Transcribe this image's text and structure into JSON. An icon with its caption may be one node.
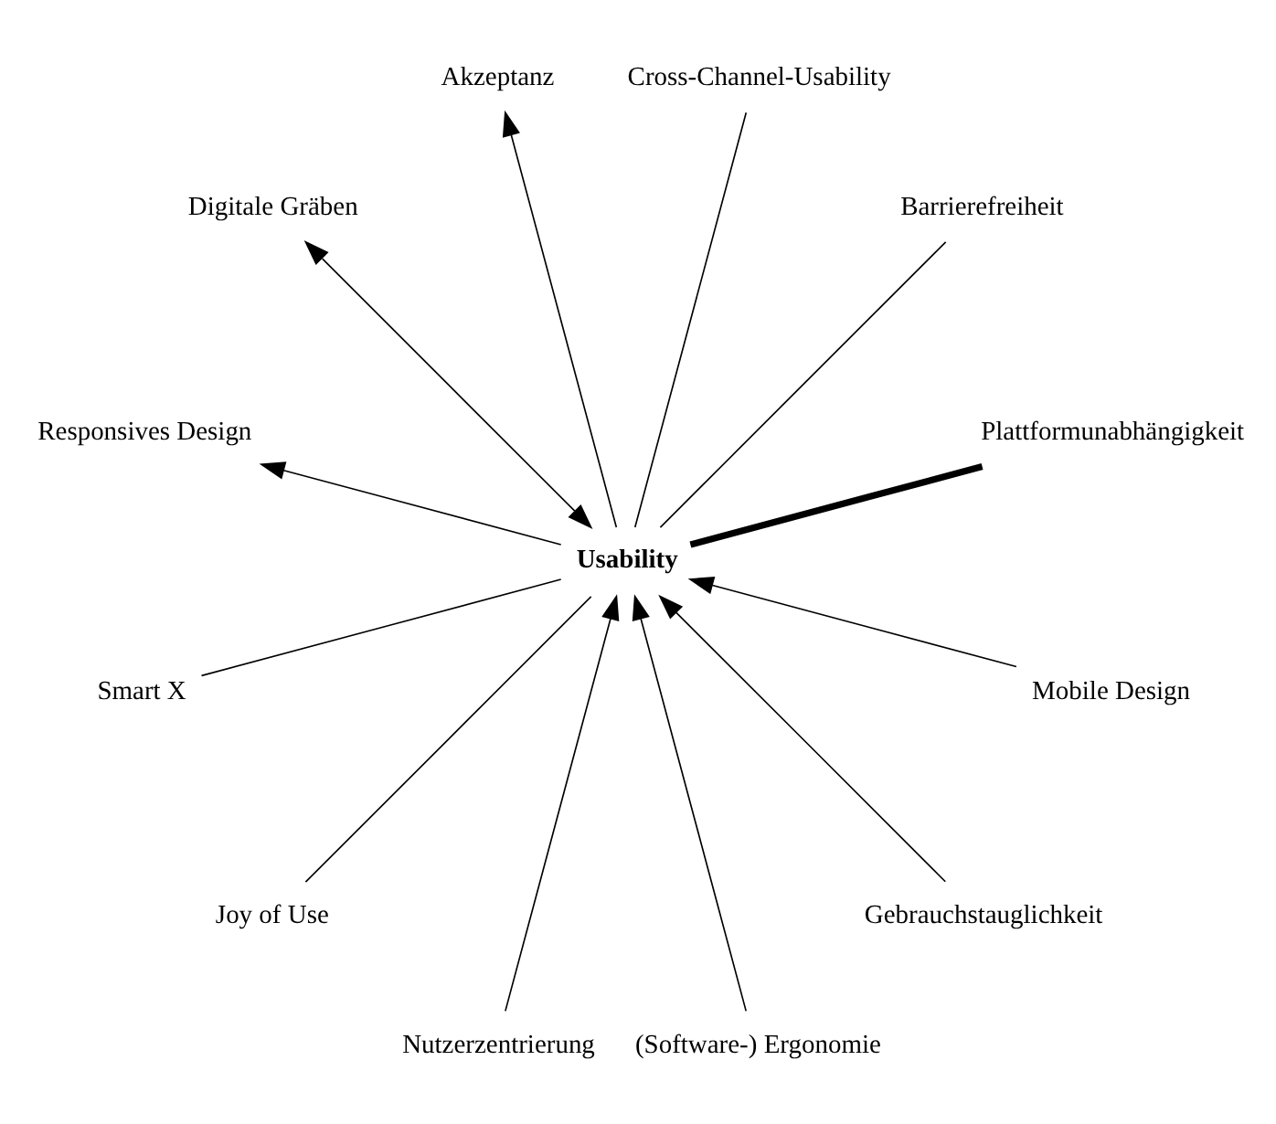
{
  "diagram": {
    "nodes": [
      {
        "text": [
          "Plattformunabhängigkeit"
        ]
      },
      {
        "text": [
          "Barrierefreiheit"
        ]
      },
      {
        "text": [
          "Cross-Channel-Usability"
        ]
      },
      {
        "text": [
          "Nutzerzentrierung"
        ]
      },
      {
        "text": [
          "Akzeptanz"
        ]
      },
      {
        "text": [
          "(Software-) Ergonomie"
        ]
      },
      {
        "text": [
          "Usability"
        ]
      },
      {
        "text": [
          "Digitale Gräben"
        ]
      },
      {
        "text": [
          "Gebrauchstauglichkeit"
        ]
      },
      {
        "text": [
          "Responsives Design"
        ]
      },
      {
        "text": [
          "Mobile Design"
        ]
      },
      {
        "text": [
          "Smart X"
        ]
      },
      {
        "text": [
          "Joy of Use"
        ]
      }
    ],
    "edges": [
      {
        "from": 6,
        "to": 7,
        "arrow": "both"
      },
      {
        "from": 6,
        "to": 4,
        "arrow": "to"
      },
      {
        "from": 6,
        "to": 2,
        "arrow": "none"
      },
      {
        "from": 6,
        "to": 0,
        "arrow": "none",
        "style": "thick"
      },
      {
        "from": 6,
        "to": 1,
        "arrow": "none"
      },
      {
        "from": 3,
        "to": 6,
        "arrow": "to"
      },
      {
        "from": 5,
        "to": 6,
        "arrow": "to"
      },
      {
        "from": 8,
        "to": 6,
        "arrow": "to"
      },
      {
        "from": 10,
        "to": 6,
        "arrow": "to"
      },
      {
        "from": 6,
        "to": 12,
        "arrow": "none"
      },
      {
        "from": 6,
        "to": 11,
        "arrow": "none"
      },
      {
        "from": 6,
        "to": 9,
        "arrow": "to"
      }
    ]
  }
}
